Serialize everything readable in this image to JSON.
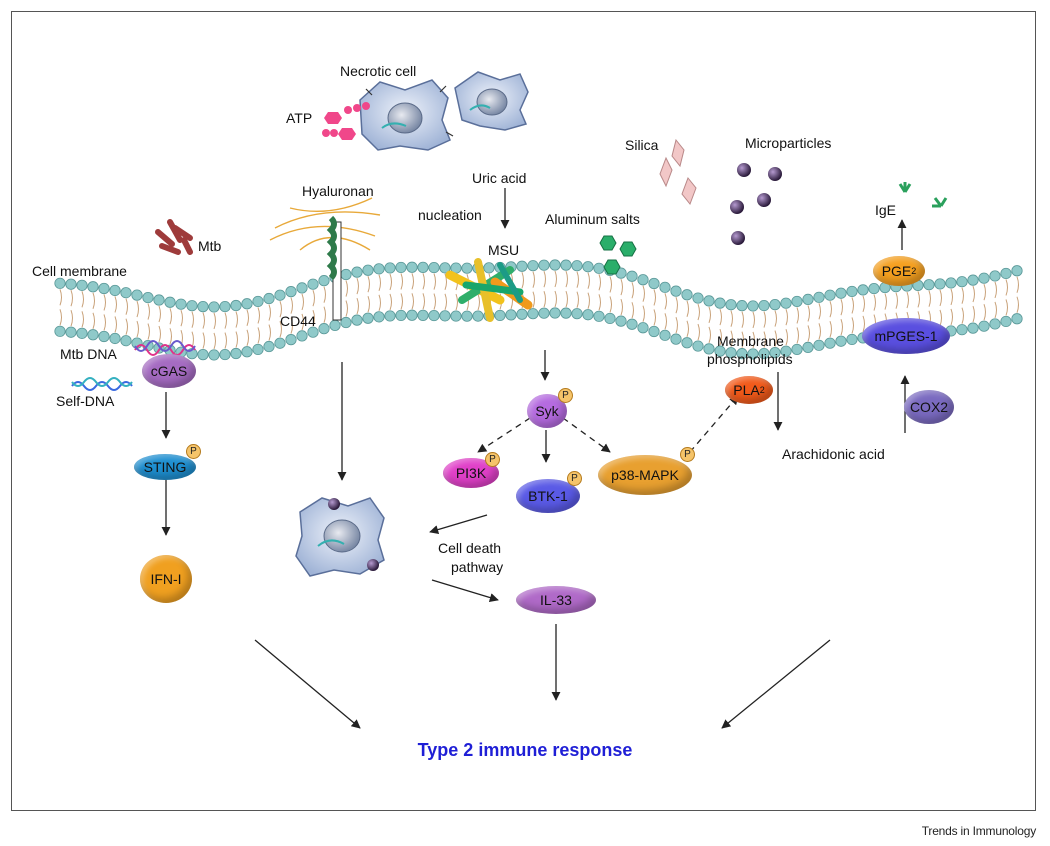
{
  "labels": {
    "necrotic_cell": "Necrotic cell",
    "atp": "ATP",
    "hyaluronan": "Hyaluronan",
    "uric_acid": "Uric acid",
    "nucleation": "nucleation",
    "msu": "MSU",
    "aluminum_salts": "Aluminum salts",
    "silica": "Silica",
    "microparticles": "Microparticles",
    "mtb": "Mtb",
    "cell_membrane": "Cell membrane",
    "cd44": "CD44",
    "mtb_dna": "Mtb DNA",
    "self_dna": "Self-DNA",
    "ige": "IgE",
    "membrane_phospholipids_1": "Membrane",
    "membrane_phospholipids_2": "phospholipids",
    "arachidonic_acid": "Arachidonic acid",
    "cell_death_1": "Cell death",
    "cell_death_2": "pathway"
  },
  "nodes": {
    "cgas": "cGAS",
    "sting": "STING",
    "ifn": "IFN-I",
    "syk": "Syk",
    "pi3k": "PI3K",
    "btk": "BTK-1",
    "p38": "p38-MAPK",
    "pla2": "PLA",
    "pla2_sub": "2",
    "il33": "IL-33",
    "pge2": "PGE",
    "pge2_sub": "2",
    "mpges": "mPGES-1",
    "cox2": "COX2",
    "phospho": "P"
  },
  "colors": {
    "membrane_head": "#8fc9c9",
    "cgas": "#a56bc2",
    "sting": "#1e8fd1",
    "ifn": "#f0a020",
    "syk": "#b56be0",
    "pi3k": "#e040c8",
    "btk": "#5a5ae6",
    "p38": "#e8a030",
    "pla2": "#f25a1a",
    "il33": "#b06ac8",
    "pge2": "#f5a020",
    "mpges": "#5a4fe0",
    "cox2": "#7a6ac0",
    "title": "#1f1fd6"
  },
  "title": "Type 2 immune response",
  "footer": "Trends in Immunology"
}
